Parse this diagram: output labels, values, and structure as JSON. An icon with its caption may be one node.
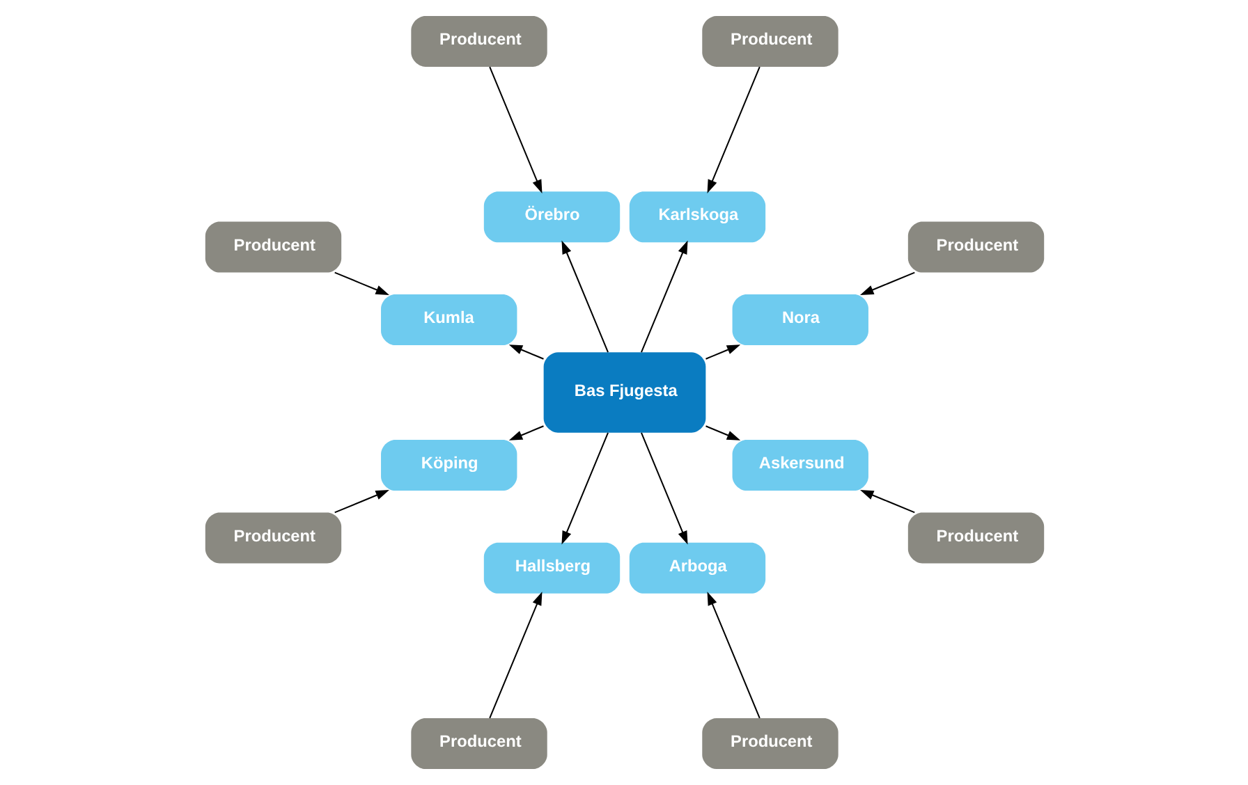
{
  "diagram": {
    "nodes": [
      {
        "text": [
          "Producent"
        ]
      },
      {
        "text": [
          "Producent"
        ]
      },
      {
        "text": [
          "Producent"
        ]
      },
      {
        "text": [
          "Nora"
        ]
      },
      {
        "text": [
          "Karlskoga"
        ]
      },
      {
        "text": [
          "Örebro"
        ]
      },
      {
        "text": [
          "Producent"
        ]
      },
      {
        "text": [
          "Kumla"
        ]
      },
      {
        "text": [
          "Bas Fjugesta"
        ]
      },
      {
        "text": [
          "Köping"
        ]
      },
      {
        "text": [
          "Producent"
        ]
      },
      {
        "text": [
          "Hallsberg"
        ]
      },
      {
        "text": [
          "Arboga"
        ]
      },
      {
        "text": [
          "Askersund"
        ]
      },
      {
        "text": [
          "Producent"
        ]
      },
      {
        "text": [
          "Producent"
        ]
      },
      {
        "text": [
          "Producent"
        ]
      }
    ],
    "edges": [
      {
        "from": 8,
        "to": 3,
        "arrow": "to"
      },
      {
        "from": 8,
        "to": 4,
        "arrow": "to"
      },
      {
        "from": 8,
        "to": 5,
        "arrow": "to"
      },
      {
        "from": 8,
        "to": 7,
        "arrow": "to"
      },
      {
        "from": 8,
        "to": 9,
        "arrow": "to"
      },
      {
        "from": 8,
        "to": 11,
        "arrow": "to"
      },
      {
        "from": 8,
        "to": 12,
        "arrow": "to"
      },
      {
        "from": 8,
        "to": 13,
        "arrow": "to"
      },
      {
        "from": 0,
        "to": 3,
        "arrow": "to"
      },
      {
        "from": 1,
        "to": 4,
        "arrow": "to"
      },
      {
        "from": 2,
        "to": 5,
        "arrow": "to"
      },
      {
        "from": 6,
        "to": 7,
        "arrow": "to"
      },
      {
        "from": 10,
        "to": 9,
        "arrow": "to"
      },
      {
        "from": 14,
        "to": 11,
        "arrow": "to"
      },
      {
        "from": 15,
        "to": 12,
        "arrow": "to"
      },
      {
        "from": 16,
        "to": 13,
        "arrow": "to"
      }
    ]
  }
}
